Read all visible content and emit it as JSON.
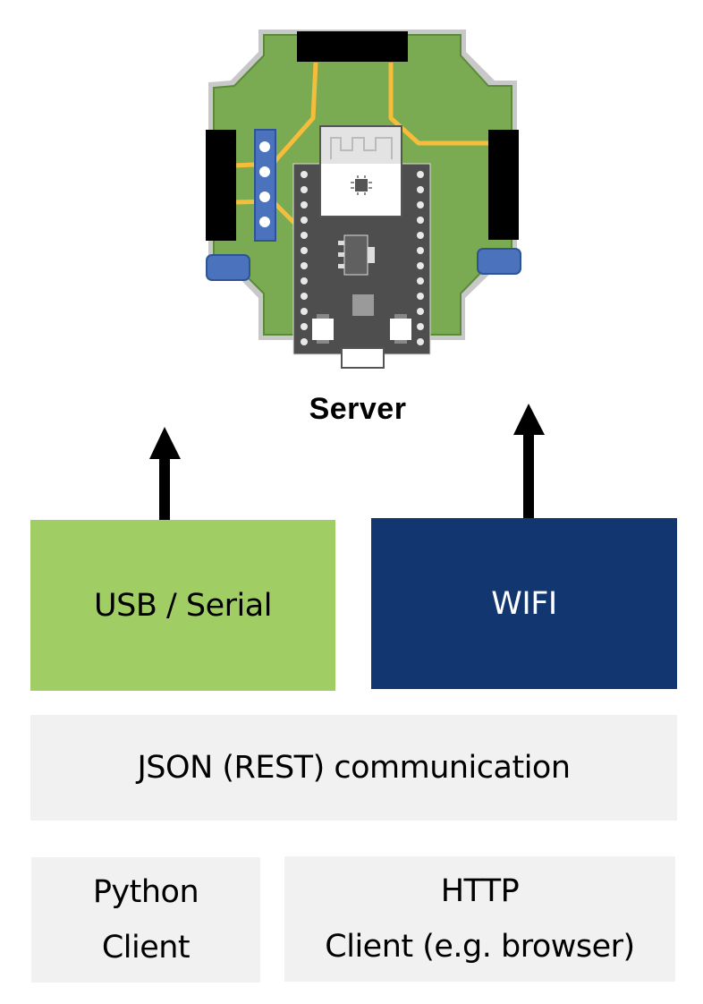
{
  "server": {
    "label": "Server",
    "device_icon": "esp-board-pcb-icon"
  },
  "connections": [
    {
      "label": "USB / Serial",
      "color": "#a0cd64",
      "text_color": "#000000"
    },
    {
      "label": "WIFI",
      "color": "#12366f",
      "text_color": "#ffffff"
    }
  ],
  "protocol": {
    "label": "JSON (REST) communication",
    "color": "#f1f1f1"
  },
  "clients": [
    {
      "line1": "Python",
      "line2": "Client"
    },
    {
      "line1": "HTTP",
      "line2": "Client (e.g. browser)"
    }
  ],
  "colors": {
    "pcb_green": "#7aaa52",
    "pcb_edge": "#5a8a3a",
    "pcb_outline": "#c8c8c8",
    "trace": "#f6bd3a",
    "board_dark": "#4e4e4e",
    "connector_blue": "#4a72bd"
  }
}
